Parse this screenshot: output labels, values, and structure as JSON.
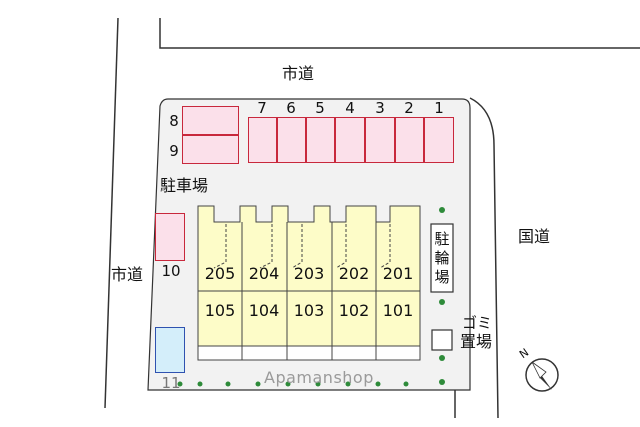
{
  "roads": {
    "city_road_top": "市道",
    "city_road_left": "市道",
    "national_road": "国道"
  },
  "parking": {
    "label": "駐車場",
    "space_numbers_top": [
      "7",
      "6",
      "5",
      "4",
      "3",
      "2",
      "1"
    ],
    "space_numbers_left": [
      "8",
      "9"
    ],
    "space_10": "10",
    "space_11": "11"
  },
  "building": {
    "upper_units": [
      "205",
      "204",
      "203",
      "202",
      "201"
    ],
    "lower_units": [
      "105",
      "104",
      "103",
      "102",
      "101"
    ],
    "fill_color": "#fdfcc8"
  },
  "bicycle_parking": {
    "chars": [
      "駐",
      "輪",
      "場"
    ]
  },
  "garbage": {
    "line1": "ゴミ",
    "line2": "置場"
  },
  "compass": {
    "label": "N"
  },
  "watermark": "Apamanshop",
  "colors": {
    "parking_border": "#c8283c",
    "parking_fill": "#fbe0ea",
    "blue_border": "#2f52b0",
    "blue_fill": "#d4eefa",
    "dot_green": "#2e8b3a"
  }
}
